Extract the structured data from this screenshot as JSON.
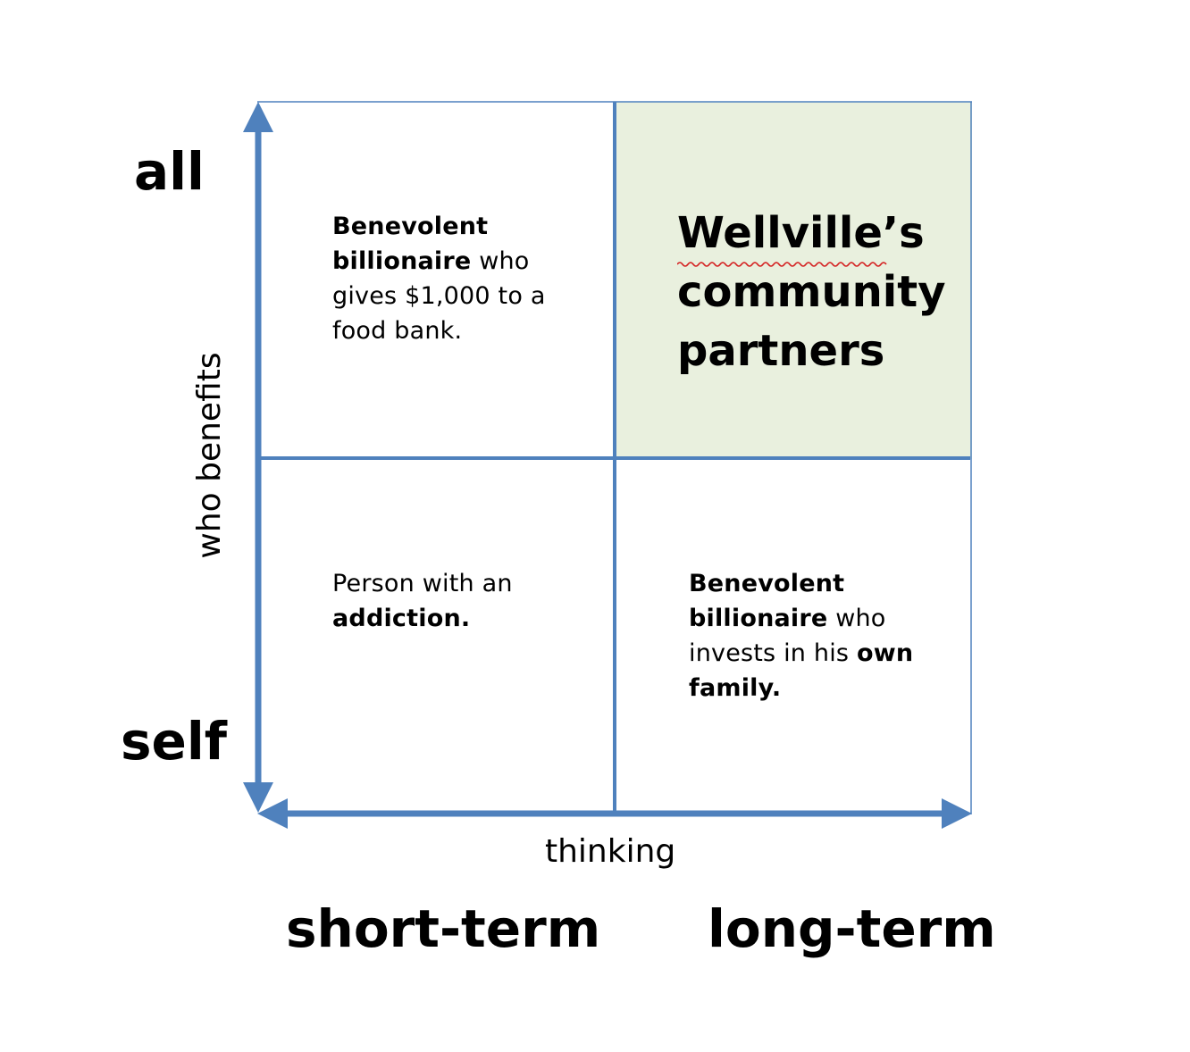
{
  "colors": {
    "axis": "#4f81bd",
    "highlight_fill": "#e9f0de",
    "spellcheck": "#d42020"
  },
  "quadrants": {
    "top_left": {
      "bold1": "Benevolent billionaire",
      "text1": " who gives $1,000 to a food bank."
    },
    "top_right": {
      "line1": "Wellville’s",
      "line2": "community",
      "line3": "partners"
    },
    "bottom_left": {
      "text1": "Person with an ",
      "bold1": "addiction."
    },
    "bottom_right": {
      "bold1": "Benevolent billionaire",
      "text1": " who invests in his ",
      "bold2": "own family."
    }
  },
  "axes": {
    "y_label": "who benefits",
    "x_label": "thinking",
    "y_top": "all",
    "y_bottom": "self",
    "x_left": "short-term",
    "x_right": "long-term"
  }
}
